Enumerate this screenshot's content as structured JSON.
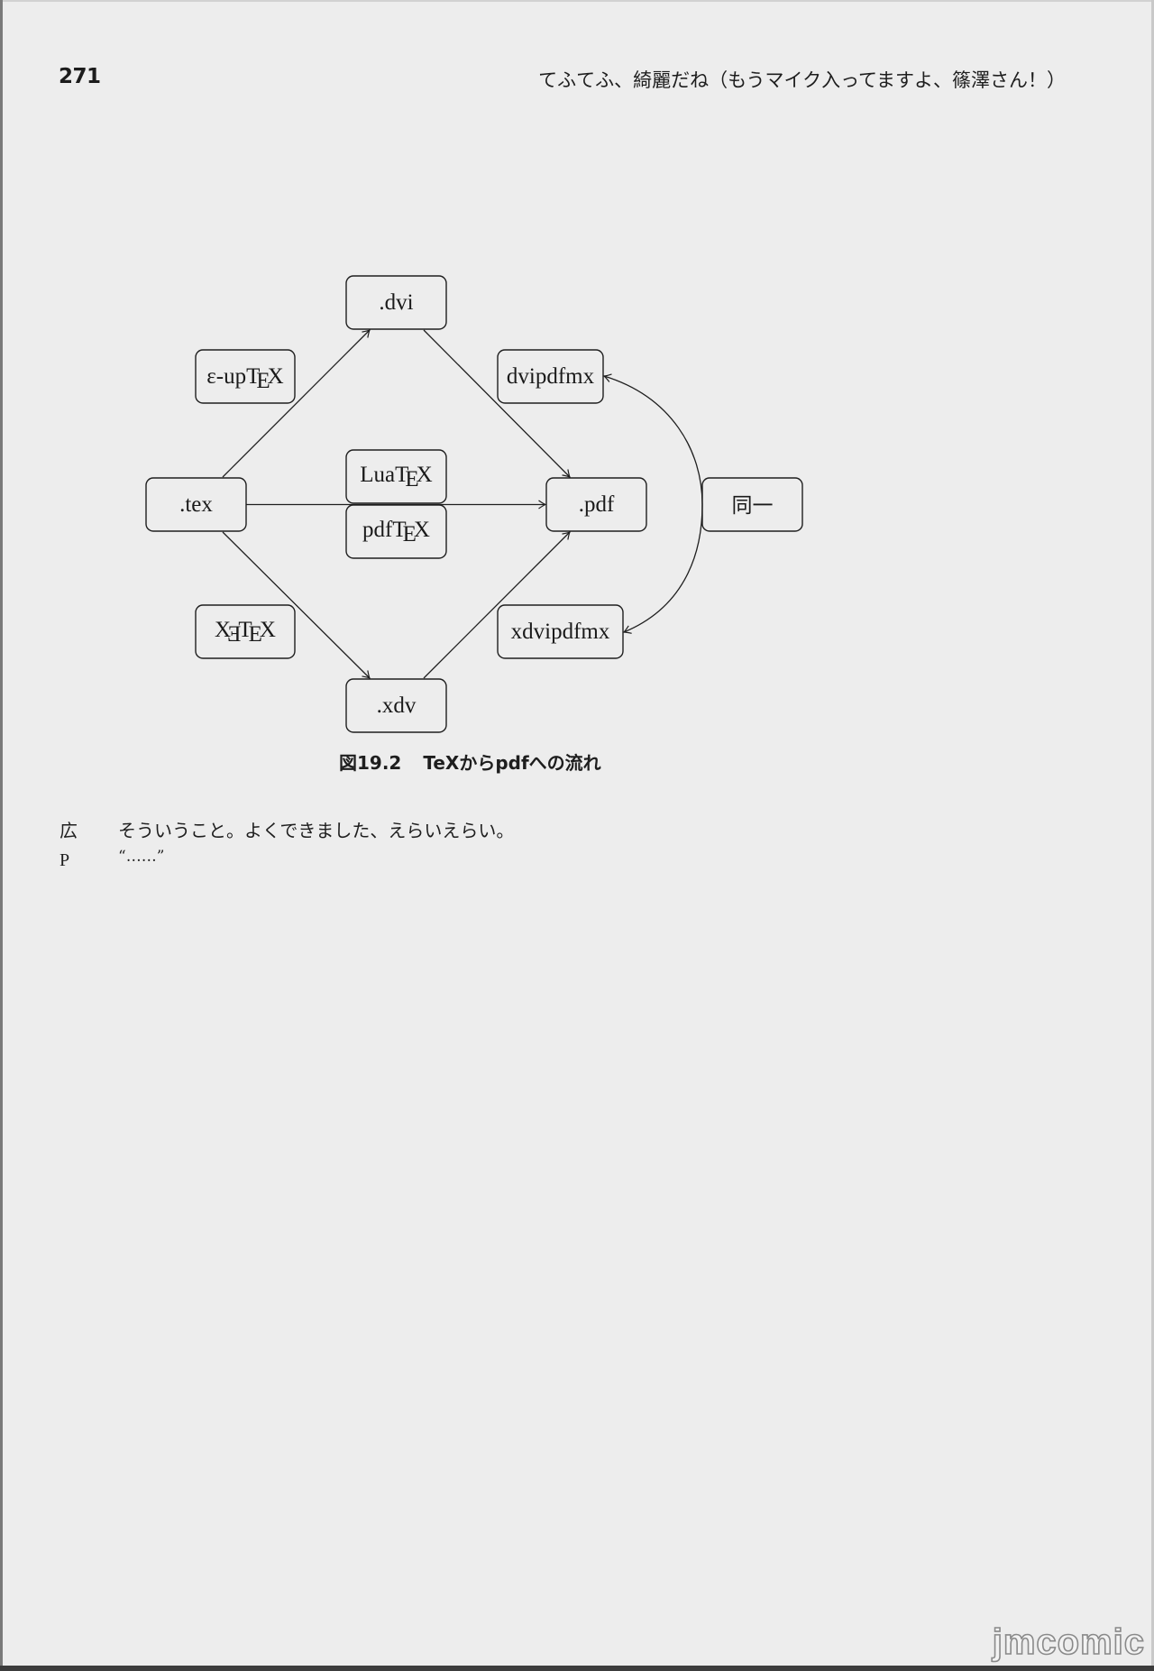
{
  "page": {
    "number": "271",
    "running_header": "てふてふ、綺麗だね（もうマイク入ってますよ、篠澤さん！）"
  },
  "diagram": {
    "nodes": {
      "dvi": {
        "label": ".dvi"
      },
      "eptex": {
        "label_parts": [
          "ε-upT",
          "E",
          "X"
        ]
      },
      "dvipdfmx": {
        "label": "dvipdfmx"
      },
      "tex": {
        "label": ".tex"
      },
      "luatex": {
        "label_parts": [
          "LuaT",
          "E",
          "X"
        ]
      },
      "pdftex": {
        "label_parts": [
          "pdfT",
          "E",
          "X"
        ]
      },
      "pdf": {
        "label": ".pdf"
      },
      "same": {
        "label": "同一"
      },
      "xetex": {
        "label_parts": [
          "X",
          "Ǝ",
          "T",
          "E",
          "X"
        ]
      },
      "xdvipdfmx": {
        "label": "xdvipdfmx"
      },
      "xdv": {
        "label": ".xdv"
      }
    }
  },
  "figure_caption": {
    "number": "図19.2",
    "title": "TeXからpdfへの流れ"
  },
  "dialogue": [
    {
      "speaker": "広",
      "line": "そういうこと。よくできました、えらいえらい。"
    },
    {
      "speaker": "P",
      "line": "“……”"
    }
  ],
  "watermark": "jmcomic"
}
